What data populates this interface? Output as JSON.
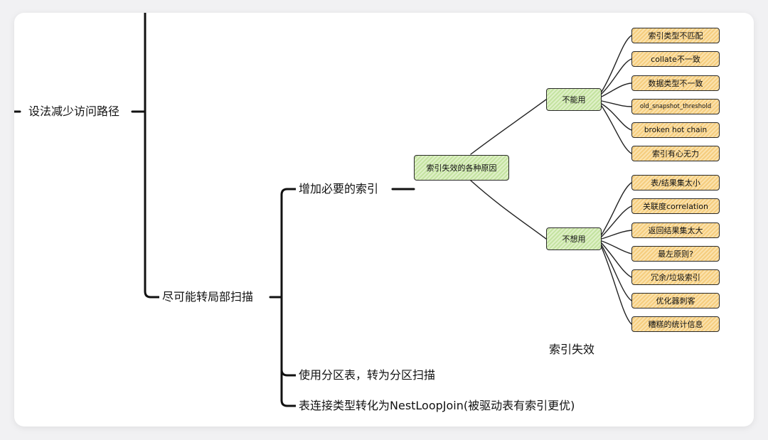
{
  "tree": {
    "root": "设法减少访问路径",
    "scan_local": "尽可能转局部扫描",
    "add_index": "增加必要的索引",
    "partition": "使用分区表，转为分区扫描",
    "nestloop": "表连接类型转化为NestLoopJoin(被驱动表有索引更优)"
  },
  "sketch": {
    "center": "索引失效的各种原因",
    "cannot": "不能用",
    "unwilling": "不想用",
    "cannot_items": [
      "索引类型不匹配",
      "collate不一致",
      "数据类型不一致",
      "old_snapshot_threshold",
      "broken hot chain",
      "索引有心无力"
    ],
    "unwilling_items": [
      "表/结果集太小",
      "关联度correlation",
      "返回结果集太大",
      "最左原则?",
      "冗余/垃圾索引",
      "优化器刺客",
      "糟糕的统计信息"
    ],
    "caption": "索引失效",
    "colors": {
      "green_fill": "#c4e3a0",
      "orange_fill": "#f5cd7e",
      "stroke": "#2a2a2a"
    }
  }
}
